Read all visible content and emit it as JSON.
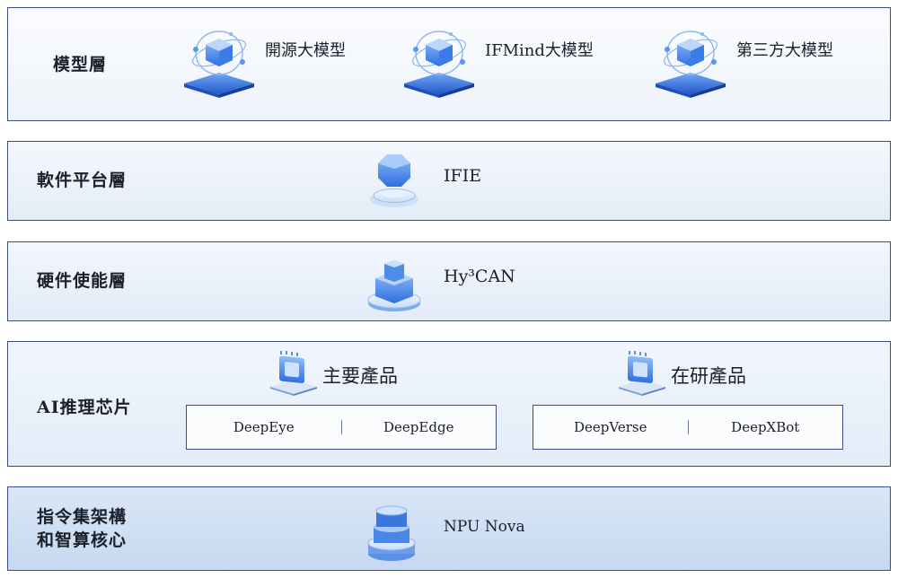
{
  "layers": {
    "model": {
      "title": "模型層",
      "items": [
        {
          "label": "開源大模型",
          "icon": "globe-cube-icon"
        },
        {
          "label": "IFMind大模型",
          "icon": "globe-cube-icon"
        },
        {
          "label": "第三方大模型",
          "icon": "globe-cube-icon"
        }
      ]
    },
    "software": {
      "title": "軟件平台層",
      "label": "IFIE",
      "icon": "octagon-pedestal-icon"
    },
    "hardware": {
      "title": "硬件使能層",
      "label": "Hy³CAN",
      "icon": "cube-stack-icon"
    },
    "ai": {
      "title": "AI推理芯片",
      "groups": [
        {
          "label": "主要產品",
          "icon": "chip-icon",
          "products": [
            "DeepEye",
            "DeepEdge"
          ]
        },
        {
          "label": "在研產品",
          "icon": "chip-icon",
          "products": [
            "DeepVerse",
            "DeepXBot"
          ]
        }
      ]
    },
    "npu": {
      "title": "指令集架構\n和智算核心",
      "label": "NPU Nova",
      "icon": "cylinder-stack-icon"
    }
  },
  "colors": {
    "border": "#3a4d86",
    "accent": "#2f6fe0",
    "accent_light": "#7fb0f5"
  }
}
